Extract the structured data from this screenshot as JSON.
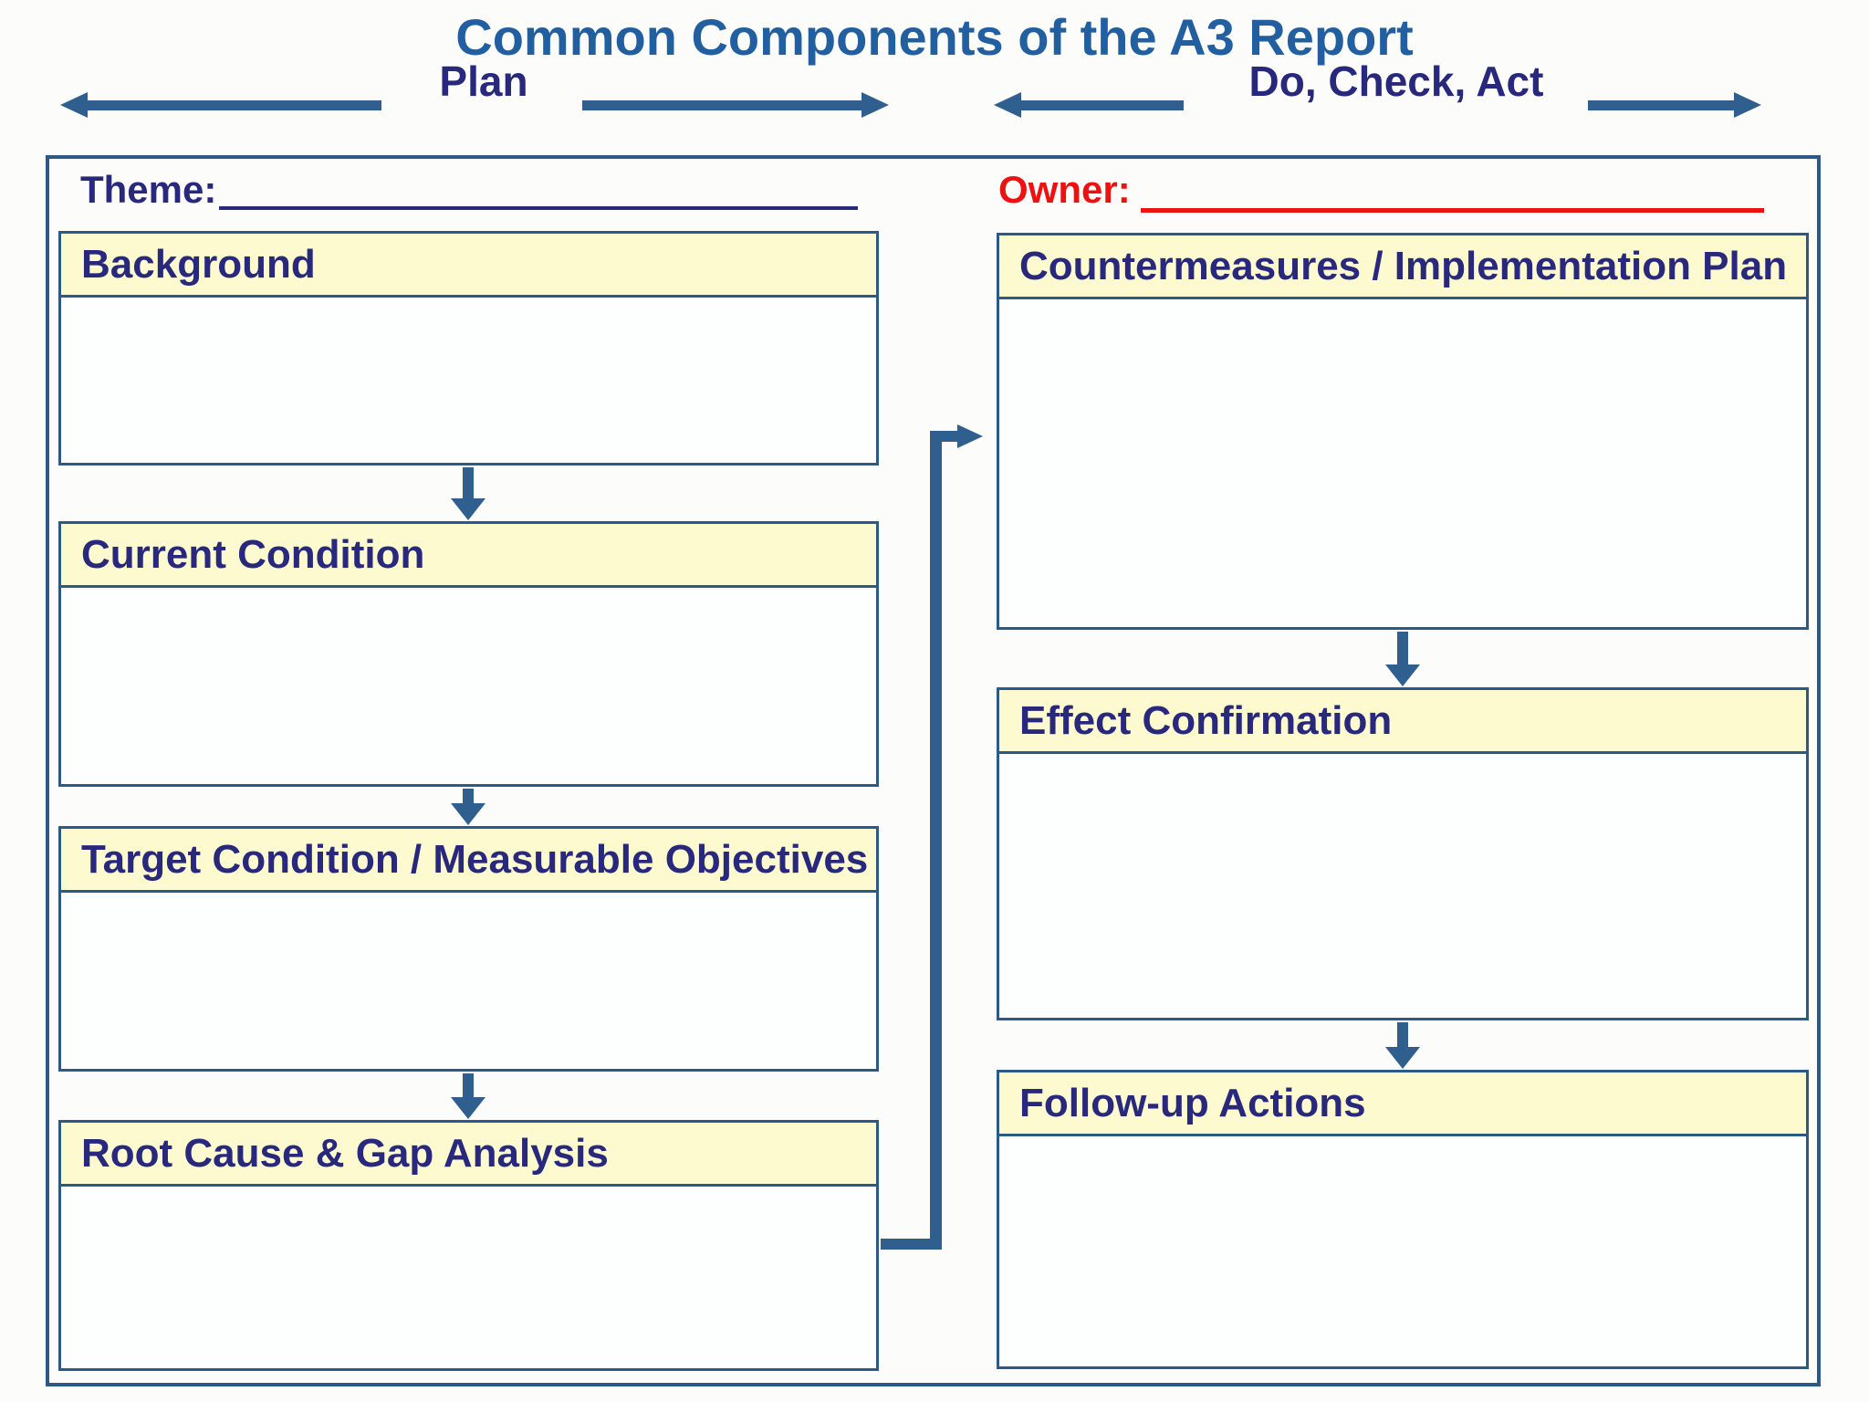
{
  "title": "Common Components of the A3 Report",
  "phases": {
    "plan": "Plan",
    "do_check_act": "Do, Check, Act"
  },
  "fields": {
    "theme": {
      "label": "Theme:",
      "value": ""
    },
    "owner": {
      "label": "Owner:",
      "value": ""
    }
  },
  "plan_column": {
    "boxes": [
      {
        "title": "Background",
        "content": ""
      },
      {
        "title": "Current Condition",
        "content": ""
      },
      {
        "title": "Target Condition / Measurable Objectives",
        "content": ""
      },
      {
        "title": "Root Cause & Gap Analysis",
        "content": ""
      }
    ]
  },
  "do_check_act_column": {
    "boxes": [
      {
        "title": "Countermeasures / Implementation Plan",
        "content": ""
      },
      {
        "title": "Effect Confirmation",
        "content": ""
      },
      {
        "title": "Follow-up Actions",
        "content": ""
      }
    ]
  },
  "colors": {
    "title_blue": "#215FA0",
    "navy_text": "#28287C",
    "owner_red": "#EE1111",
    "header_yellow": "#FDFACF",
    "box_border_blue": "#2D5A84",
    "arrow_blue": "#2E5F8F"
  }
}
